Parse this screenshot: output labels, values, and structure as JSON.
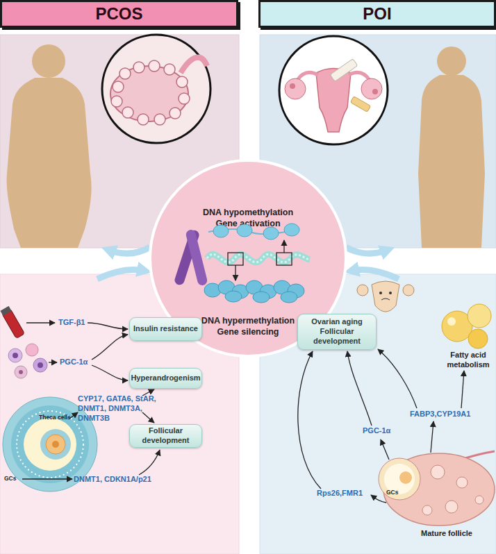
{
  "diagram": {
    "nodes": [
      {
        "text": [
          "PCOS"
        ]
      },
      {
        "text": [
          "POI"
        ]
      },
      {
        "text": [
          "DNA hypomethylation",
          "Gene activation",
          "DNA hypermethylation",
          "Gene silencing"
        ]
      },
      {
        "text": [
          "Insulin resistance"
        ]
      },
      {
        "text": [
          "Hyperandrogenism"
        ]
      },
      {
        "text": [
          "Follicular development"
        ]
      },
      {
        "text": [
          "Ovarian aging",
          "Follicular development"
        ]
      }
    ],
    "labels": [
      "TGF-β1",
      "PGC-1α",
      "Theca cells",
      "CYP17, GATA6, StAR, DNMT1, DNMT3A, DNMT3B",
      "GCs",
      "DNMT1, CDKN1A/p21",
      "Fatty acid metabolism",
      "FABP3,CYP19A1",
      "PGC-1α",
      "GCs",
      "Rps26,FMR1",
      "Mature follicle"
    ]
  }
}
